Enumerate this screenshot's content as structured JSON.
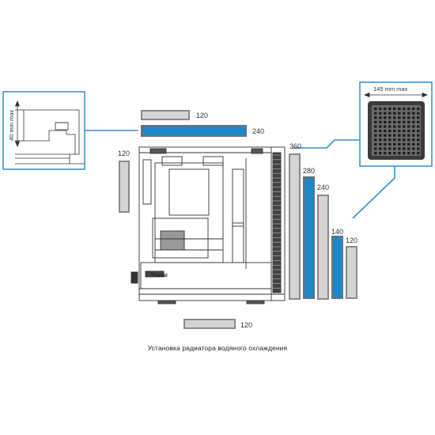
{
  "caption": "Установка радиатора водяного охлаждения",
  "clearance": {
    "label": "40 mm max"
  },
  "fan_detail": {
    "label": "145 mm max"
  },
  "brand": "Fractal",
  "radiators": {
    "top_120": "120",
    "top_240": "240",
    "rear_120": "120",
    "front_360": "360",
    "front_280": "280",
    "front_240": "240",
    "front_140": "140",
    "front_120": "120",
    "bottom_120": "120"
  },
  "colors": {
    "blue": "#1f86c9",
    "gray_fill": "#d4d4d4",
    "gray_border": "#8a8a8a",
    "connector": "#2e8fd0"
  }
}
